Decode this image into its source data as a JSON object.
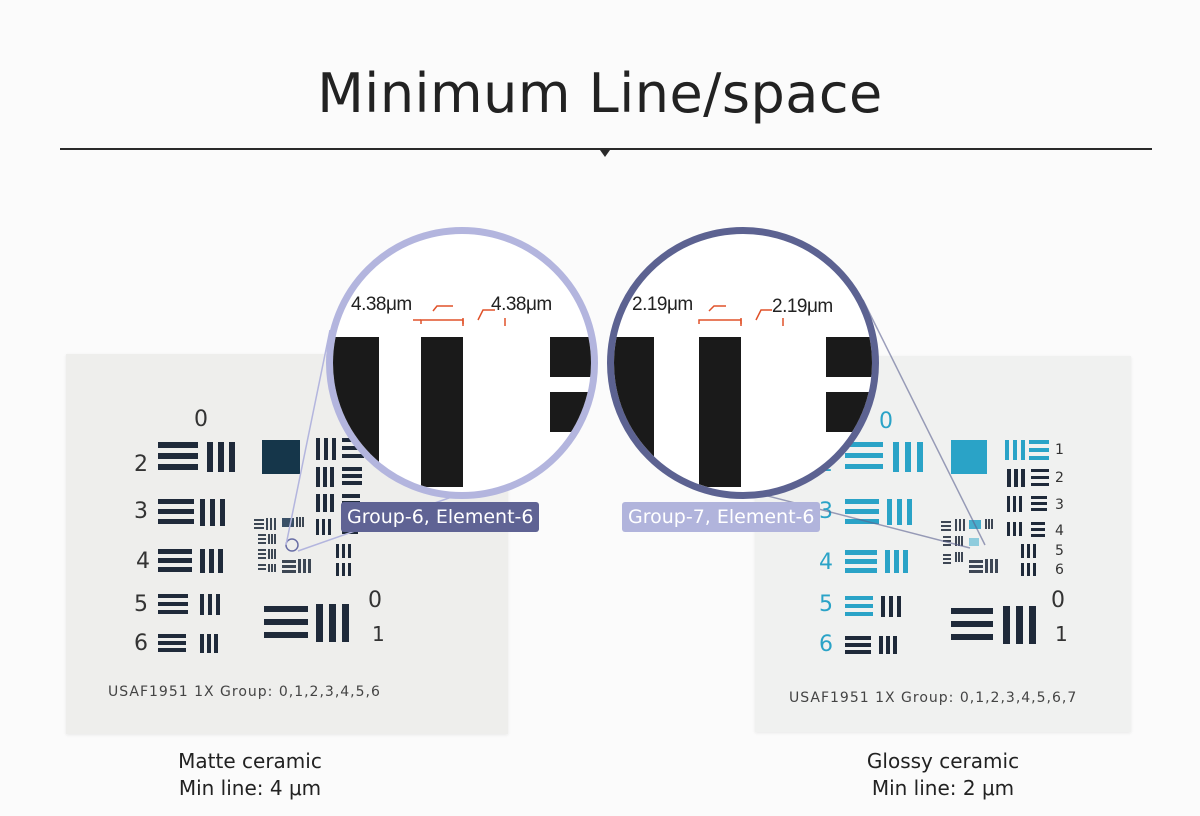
{
  "title": "Minimum Line/space",
  "left": {
    "plate_label": "USAF1951   1X    Group: 0,1,2,3,4,5,6",
    "caption_line1": "Matte ceramic",
    "caption_line2": "Min line: 4 μm",
    "zoom_measure_a": "4.38μm",
    "zoom_measure_b": "4.38μm",
    "zoom_tag": "Group-6, Element-6",
    "ring_color": "#b3b5de",
    "tag_color": "#5f6394"
  },
  "right": {
    "plate_label": "USAF1951   1X    Group: 0,1,2,3,4,5,6,7",
    "caption_line1": "Glossy ceramic",
    "caption_line2": "Min line: 2 μm",
    "zoom_measure_a": "2.19μm",
    "zoom_measure_b": "2.19μm",
    "zoom_tag": "Group-7, Element-6",
    "ring_color": "#5c6291",
    "tag_color": "#b1b4dc"
  },
  "plate_numbers": {
    "big_left": [
      "2",
      "3",
      "4",
      "5",
      "6"
    ],
    "top": "0",
    "bottom_zero": "0",
    "bottom_one": "1",
    "right_column": [
      "1",
      "2",
      "3",
      "4",
      "5",
      "6"
    ]
  }
}
